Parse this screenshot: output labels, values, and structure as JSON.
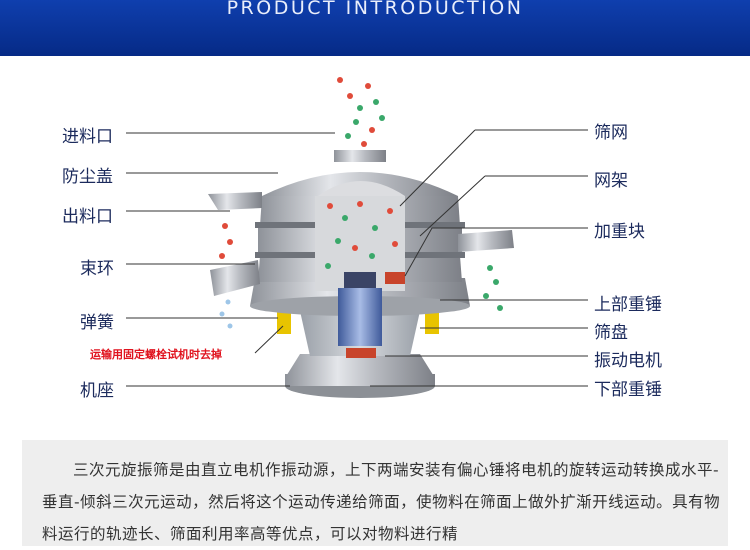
{
  "header": {
    "title": "PRODUCT INTRODUCTION"
  },
  "labels_left": [
    "进料口",
    "防尘盖",
    "出料口",
    "束环",
    "弹簧",
    "机座"
  ],
  "labels_right": [
    "筛网",
    "网架",
    "加重块",
    "上部重锤",
    "筛盘",
    "振动电机",
    "下部重锤"
  ],
  "note": "运输用固定螺栓试机时去掉",
  "description": "三次元旋振筛是由直立电机作振动源，上下两端安装有偏心锤将电机的旋转运动转换成水平-垂直-倾斜三次元运动，然后将这个运动传递给筛面，使物料在筛面上做外扩渐开线运动。具有物料运行的轨迹长、筛面利用率高等优点，可以对物料进行精",
  "colors": {
    "banner": "#0a35a0",
    "label": "#1b2a5c",
    "note": "#e0131e",
    "panel": "#eeeeee"
  }
}
